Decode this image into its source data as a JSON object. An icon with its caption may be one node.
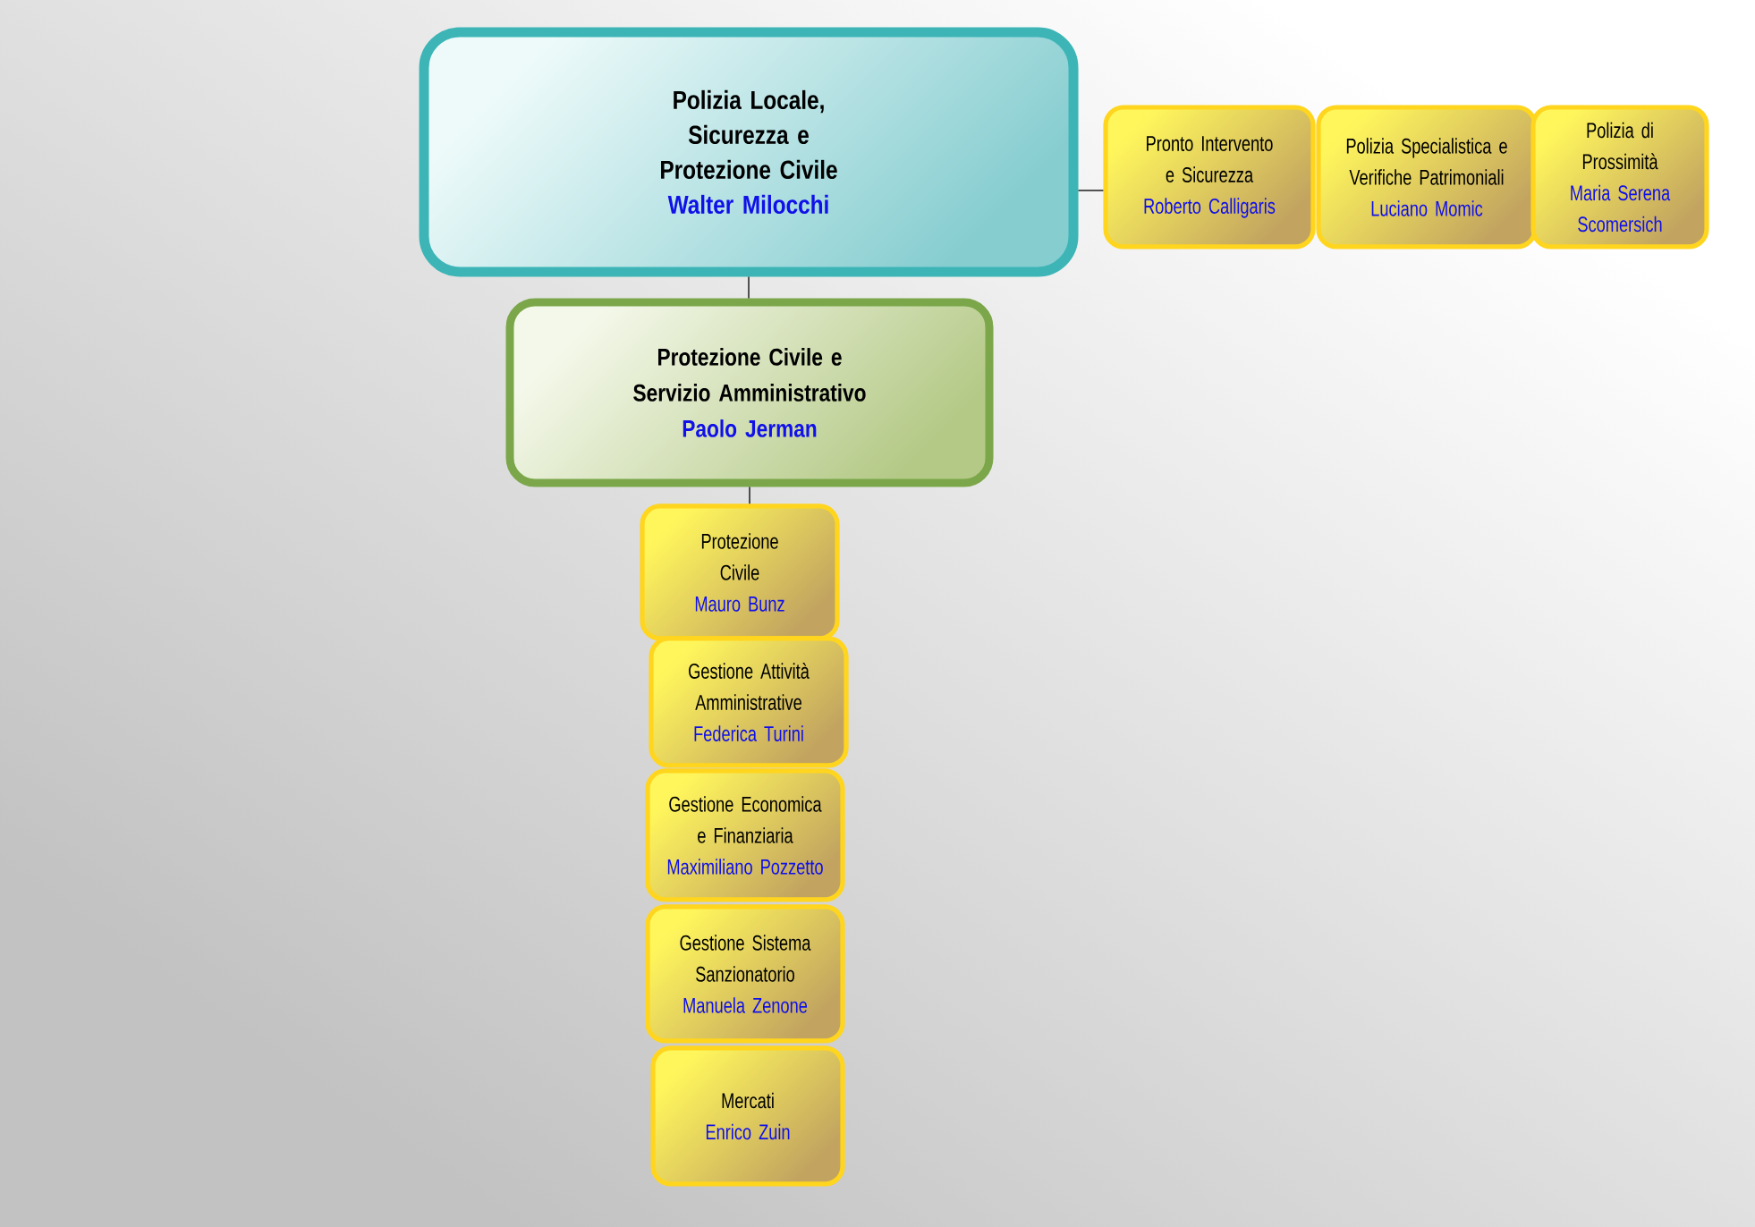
{
  "diagram": {
    "nodes": [
      {
        "text": [
          "Polizia Locale, Sicurezza e Protezione Civile",
          "Walter Milocchi"
        ]
      },
      {
        "text": [
          "Pronto Intervento e Sicurezza",
          "Roberto Calligaris"
        ]
      },
      {
        "text": [
          "Polizia Specialistica e Verifiche Patrimoniali",
          "Luciano Momic"
        ]
      },
      {
        "text": [
          "Polizia di Prossimità",
          "Maria Serena Scomersich"
        ]
      },
      {
        "text": [
          "Protezione Civile e Servizio Amministrativo",
          "Paolo Jerman"
        ]
      },
      {
        "text": [
          "Protezione Civile",
          "Mauro Bunz"
        ]
      },
      {
        "text": [
          "Gestione Attività Amministrative",
          "Federica Turini"
        ]
      },
      {
        "text": [
          "Gestione Economica e Finanziaria",
          "Maximiliano Pozzetto"
        ]
      },
      {
        "text": [
          "Gestione Sistema Sanzionatorio",
          "Manuela Zenone"
        ]
      },
      {
        "text": [
          "Mercati",
          "Enrico Zuin"
        ]
      }
    ],
    "edges": [
      {
        "from": 0,
        "to": 1,
        "arrow": "none"
      },
      {
        "from": 0,
        "to": 4,
        "arrow": "none"
      },
      {
        "from": 4,
        "to": 5,
        "arrow": "none"
      }
    ]
  }
}
